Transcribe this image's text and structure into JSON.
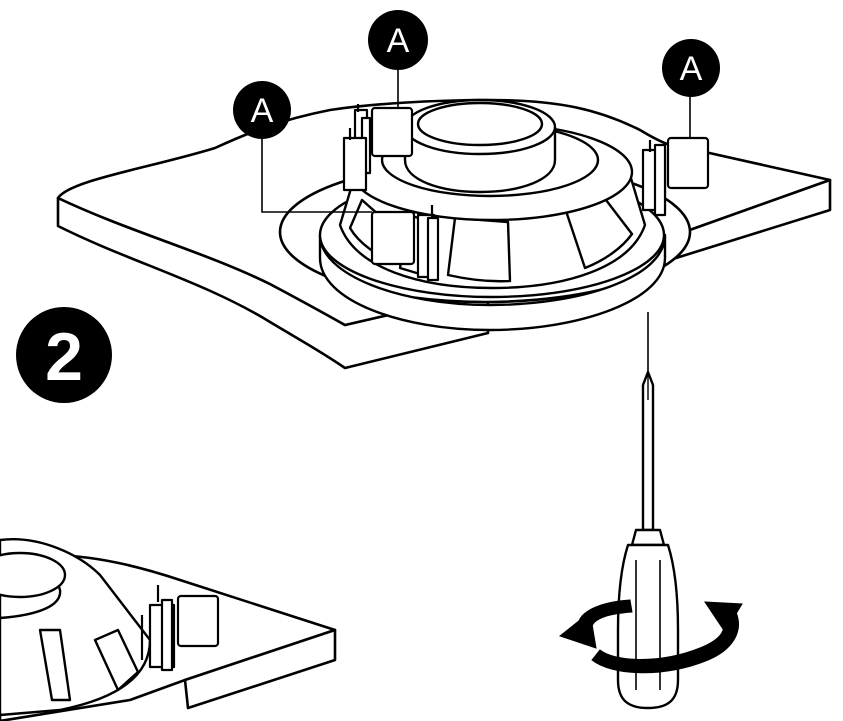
{
  "callout_label": "A",
  "step_number": "2",
  "callouts": [
    {
      "label": "A"
    },
    {
      "label": "A"
    },
    {
      "label": "A"
    }
  ],
  "colors": {
    "ink": "#000000",
    "paper": "#ffffff"
  },
  "icons": [
    "rotation-arrow-icon",
    "screwdriver-icon",
    "speaker-icon"
  ]
}
